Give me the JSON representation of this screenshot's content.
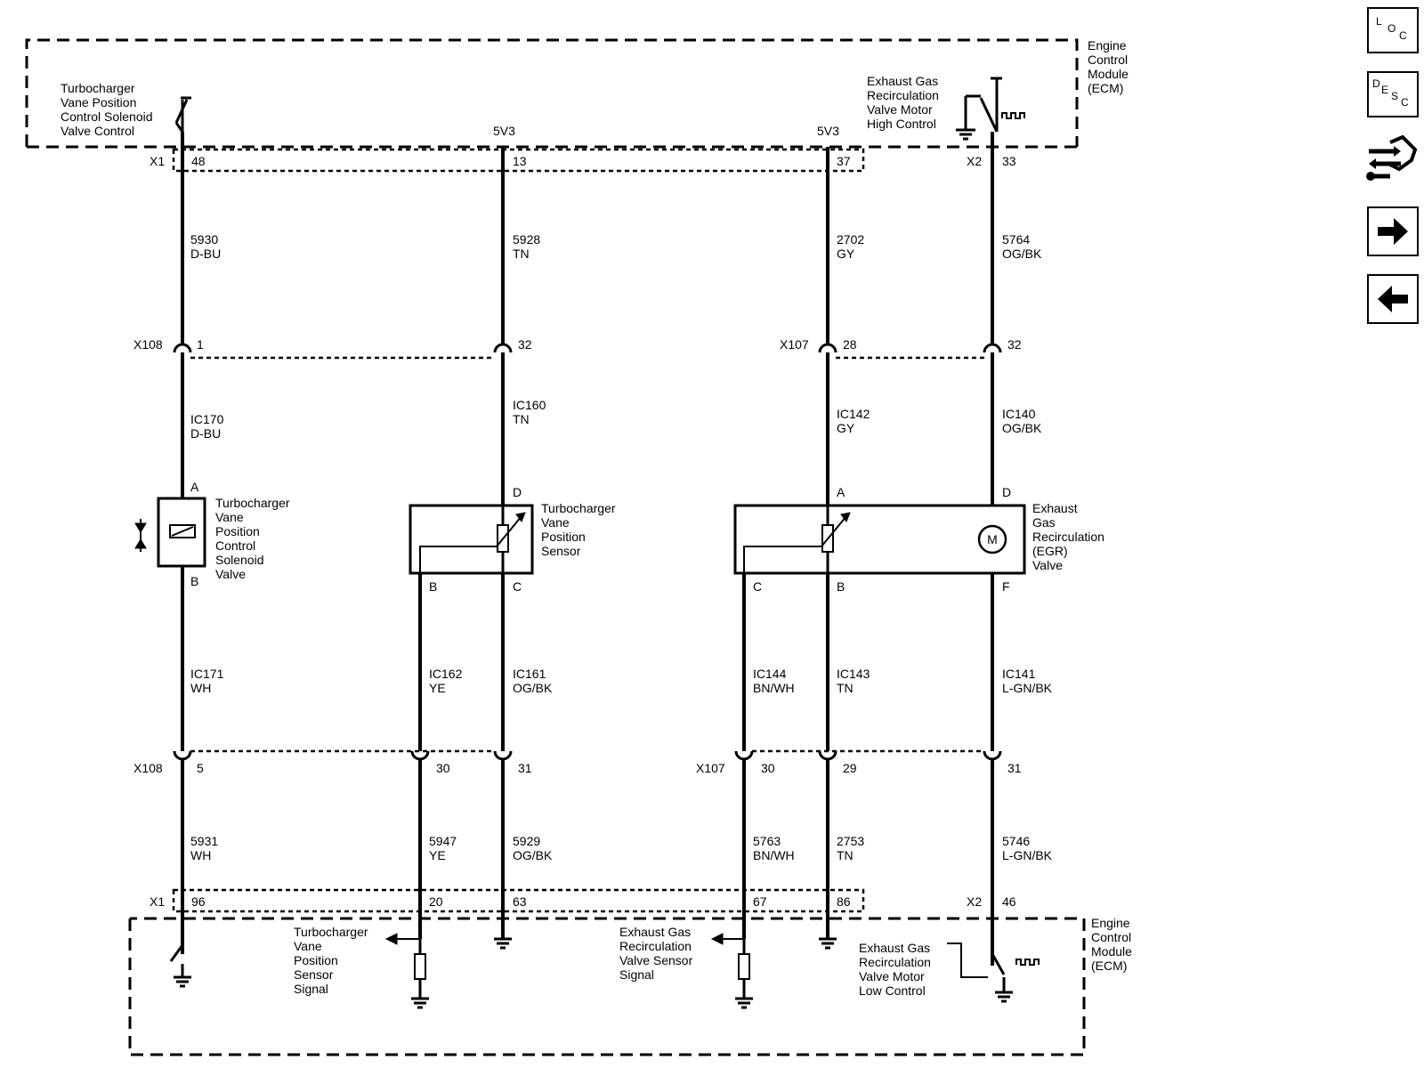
{
  "ecm_top": {
    "title": [
      "Engine",
      "Control",
      "Module",
      "(ECM)"
    ],
    "vane_control": [
      "Turbocharger",
      "Vane Position",
      "Control Solenoid",
      "Valve Control"
    ],
    "egr_high": [
      "Exhaust Gas",
      "Recirculation",
      "Valve Motor",
      "High Control"
    ],
    "ref_left": "5V3",
    "ref_right": "5V3"
  },
  "connectors_top": {
    "x1": "X1",
    "x1_pin_a": "48",
    "x1_pin_b": "13",
    "x1_pin_c": "37",
    "x2": "X2",
    "x2_pin": "33"
  },
  "wires_top": [
    {
      "circuit": "5930",
      "color": "D-BU"
    },
    {
      "circuit": "5928",
      "color": "TN"
    },
    {
      "circuit": "2702",
      "color": "GY"
    },
    {
      "circuit": "5764",
      "color": "OG/BK"
    }
  ],
  "inline_upper": {
    "left_conn": "X108",
    "left_pin_a": "1",
    "left_pin_b": "32",
    "right_conn": "X107",
    "right_pin_a": "28",
    "right_pin_b": "32"
  },
  "wires_mid": [
    {
      "circuit": "IC170",
      "color": "D-BU"
    },
    {
      "circuit": "IC160",
      "color": "TN"
    },
    {
      "circuit": "IC142",
      "color": "GY"
    },
    {
      "circuit": "IC140",
      "color": "OG/BK"
    }
  ],
  "solenoid": {
    "pin_a": "A",
    "pin_b": "B",
    "label": [
      "Turbocharger",
      "Vane",
      "Position",
      "Control",
      "Solenoid",
      "Valve"
    ]
  },
  "vane_sensor": {
    "pin_d": "D",
    "pin_b": "B",
    "pin_c": "C",
    "label": [
      "Turbocharger",
      "Vane",
      "Position",
      "Sensor"
    ]
  },
  "egr_valve": {
    "pin_a": "A",
    "pin_d": "D",
    "pin_c": "C",
    "pin_b": "B",
    "pin_f": "F",
    "motor": "M",
    "label": [
      "Exhaust",
      "Gas",
      "Recirculation",
      "(EGR)",
      "Valve"
    ]
  },
  "wires_low": [
    {
      "circuit": "IC171",
      "color": "WH"
    },
    {
      "circuit": "IC162",
      "color": "YE"
    },
    {
      "circuit": "IC161",
      "color": "OG/BK"
    },
    {
      "circuit": "IC144",
      "color": "BN/WH"
    },
    {
      "circuit": "IC143",
      "color": "TN"
    },
    {
      "circuit": "IC141",
      "color": "L-GN/BK"
    }
  ],
  "inline_lower": {
    "left_conn": "X108",
    "pin_a": "5",
    "pin_b": "30",
    "pin_c": "31",
    "right_conn": "X107",
    "pin_d": "30",
    "pin_e": "29",
    "pin_f": "31"
  },
  "wires_bottom": [
    {
      "circuit": "5931",
      "color": "WH"
    },
    {
      "circuit": "5947",
      "color": "YE"
    },
    {
      "circuit": "5929",
      "color": "OG/BK"
    },
    {
      "circuit": "5763",
      "color": "BN/WH"
    },
    {
      "circuit": "2753",
      "color": "TN"
    },
    {
      "circuit": "5746",
      "color": "L-GN/BK"
    }
  ],
  "connectors_bottom": {
    "x1": "X1",
    "pin_a": "96",
    "pin_b": "20",
    "pin_c": "63",
    "pin_d": "67",
    "pin_e": "86",
    "x2": "X2",
    "pin_f": "46"
  },
  "ecm_bottom": {
    "title": [
      "Engine",
      "Control",
      "Module",
      "(ECM)"
    ],
    "vane_signal": [
      "Turbocharger",
      "Vane",
      "Position",
      "Sensor",
      "Signal"
    ],
    "egr_signal": [
      "Exhaust Gas",
      "Recirculation",
      "Valve Sensor",
      "Signal"
    ],
    "egr_low": [
      "Exhaust Gas",
      "Recirculation",
      "Valve Motor",
      "Low Control"
    ]
  },
  "nav": {
    "loc": [
      "L",
      "O",
      "C"
    ],
    "desc": [
      "D",
      "E",
      "S",
      "C"
    ]
  }
}
